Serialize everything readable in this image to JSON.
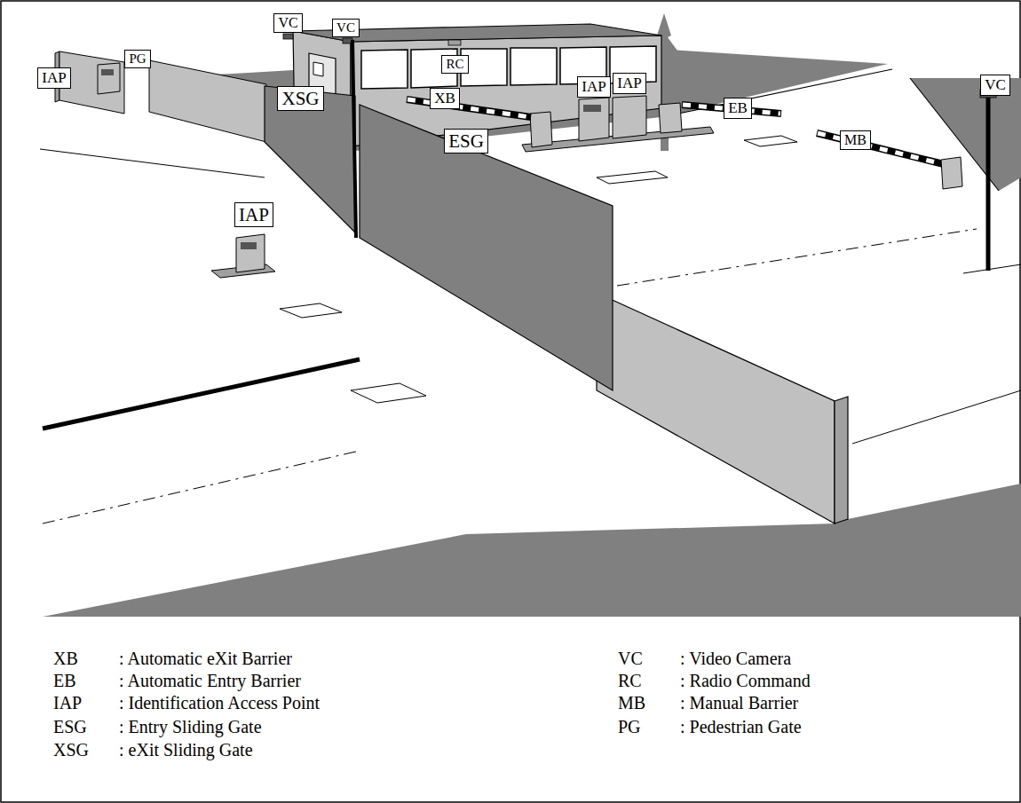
{
  "diagram": {
    "nodes": [
      {
        "text": [
          "VC"
        ]
      },
      {
        "text": [
          "VC"
        ]
      },
      {
        "text": [
          "RC"
        ]
      },
      {
        "text": [
          "VC"
        ]
      },
      {
        "text": [
          "PG"
        ]
      },
      {
        "text": [
          "IAP"
        ]
      },
      {
        "text": [
          "IAP"
        ]
      },
      {
        "text": [
          "IAP"
        ]
      },
      {
        "text": [
          "XB"
        ]
      },
      {
        "text": [
          "EB"
        ]
      },
      {
        "text": [
          "MB"
        ]
      },
      {
        "text": [
          "XSG"
        ]
      },
      {
        "text": [
          "ESG"
        ]
      },
      {
        "text": [
          "IAP"
        ]
      }
    ],
    "labels": [
      "XB",
      ": Automatic eXit Barrier",
      "EB",
      ": Automatic Entry Barrier",
      "IAP",
      ": Identification Access Point",
      "ESG",
      ": Entry Sliding Gate",
      "XSG",
      ": eXit Sliding Gate",
      "VC",
      ": Video Camera",
      "RC",
      ": Radio Command",
      "MB",
      ": Manual Barrier",
      "PG",
      ": Pedestrian Gate"
    ]
  }
}
